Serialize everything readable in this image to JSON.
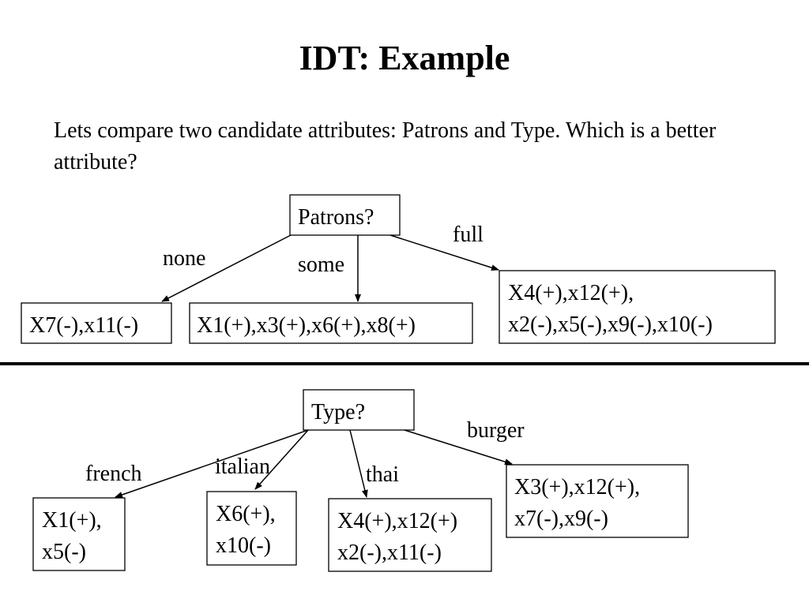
{
  "title": "IDT: Example",
  "intro": "Lets compare two candidate attributes: Patrons and Type. Which is a better attribute?",
  "tree_patrons": {
    "root": "Patrons?",
    "branches": {
      "none": "none",
      "some": "some",
      "full": "full"
    },
    "leaves": {
      "none": [
        "X7(-),x11(-)"
      ],
      "some": [
        "X1(+),x3(+),x6(+),x8(+)"
      ],
      "full": [
        "X4(+),x12(+),",
        "x2(-),x5(-),x9(-),x10(-)"
      ]
    }
  },
  "tree_type": {
    "root": "Type?",
    "branches": {
      "french": "french",
      "italian": "italian",
      "thai": "thai",
      "burger": "burger"
    },
    "leaves": {
      "french": [
        "X1(+),",
        "x5(-)"
      ],
      "italian": [
        "X6(+),",
        "x10(-)"
      ],
      "thai": [
        "X4(+),x12(+)",
        "x2(-),x11(-)"
      ],
      "burger": [
        "X3(+),x12(+),",
        "x7(-),x9(-)"
      ]
    }
  }
}
